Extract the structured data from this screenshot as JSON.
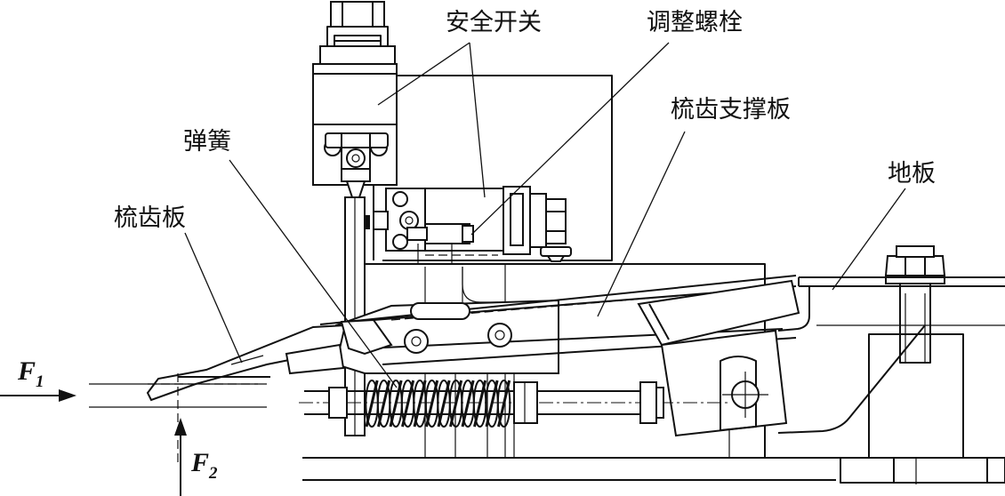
{
  "labels": {
    "safety_switch": "安全开关",
    "adjust_bolt": "调整螺栓",
    "comb_support_plate": "梳齿支撑板",
    "spring": "弹簧",
    "floor_plate": "地板",
    "comb_plate": "梳齿板"
  },
  "forces": {
    "f1": {
      "symbol": "F",
      "subscript": "1"
    },
    "f2": {
      "symbol": "F",
      "subscript": "2"
    }
  }
}
